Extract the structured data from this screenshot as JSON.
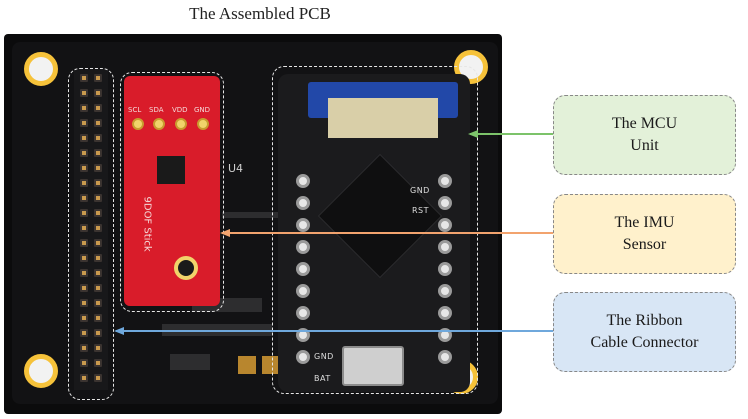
{
  "title": "The Assembled PCB",
  "imu": {
    "pin_labels": [
      "SCL",
      "SDA",
      "VDD",
      "GND"
    ],
    "board_label": "9DOF Stick"
  },
  "silkscreen": {
    "u4": "U4",
    "rst": "RST",
    "gnd": "GND",
    "bat": "BAT"
  },
  "callouts": [
    {
      "line1": "The MCU",
      "line2": "Unit",
      "color": "#7cc36a"
    },
    {
      "line1": "The IMU",
      "line2": "Sensor",
      "color": "#f2a36e"
    },
    {
      "line1": "The Ribbon",
      "line2": "Cable Connector",
      "color": "#6fa8dc"
    }
  ]
}
